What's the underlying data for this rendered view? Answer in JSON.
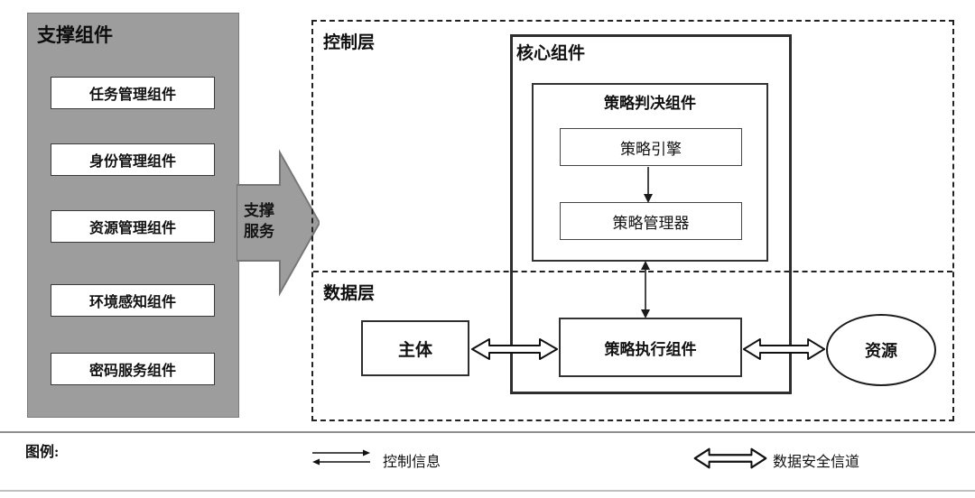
{
  "support_panel": {
    "title": "支撑组件",
    "items": [
      "任务管理组件",
      "身份管理组件",
      "资源管理组件",
      "环境感知组件",
      "密码服务组件"
    ]
  },
  "support_arrow": {
    "label": "支撑服务"
  },
  "layers": {
    "control": "控制层",
    "data": "数据层"
  },
  "core": {
    "title": "核心组件",
    "decision_title": "策略判决组件",
    "engine": "策略引擎",
    "manager": "策略管理器",
    "enforcement": "策略执行组件"
  },
  "entities": {
    "subject": "主体",
    "resource": "资源"
  },
  "legend": {
    "title": "图例:",
    "control_info": "控制信息",
    "data_channel": "数据安全信道"
  },
  "colors": {
    "panel_gray": "#9d9d9d",
    "line": "#1a1a1a"
  }
}
